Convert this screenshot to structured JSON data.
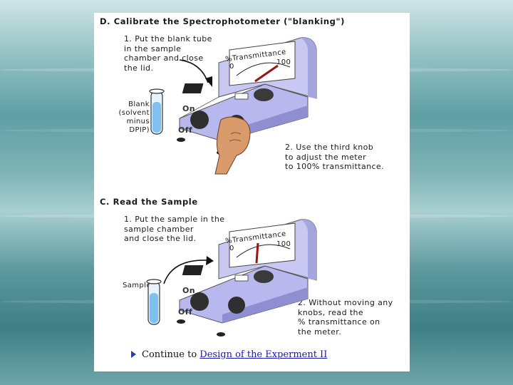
{
  "section_d": {
    "heading": "D. Calibrate the Spectrophotometer (\"blanking\")",
    "step1": "1. Put the blank tube\n   in the sample\n   chamber and close\n   the lid.",
    "blank_label": "Blank\n(solvent\nminus\nDPIP)",
    "step2": "2. Use the third knob\n   to adjust the meter\n   to 100% transmittance."
  },
  "section_c": {
    "heading": "C. Read the Sample",
    "step1": "1. Put the sample in the\n   sample chamber\n   and close the lid.",
    "sample_label": "Sample",
    "step2": "2. Without moving any\n   knobs, read the\n   % transmittance on\n   the meter."
  },
  "meter": {
    "title": "%Transmittance",
    "min": "0",
    "max": "100",
    "on_label": "On",
    "off_label": "Off"
  },
  "footer": {
    "prefix": "Continue to",
    "link_text": "Design of the Experment II"
  },
  "colors": {
    "device_body": "#c9c8f2",
    "device_shadow": "#8f8ed0",
    "needle": "#9b1414"
  }
}
